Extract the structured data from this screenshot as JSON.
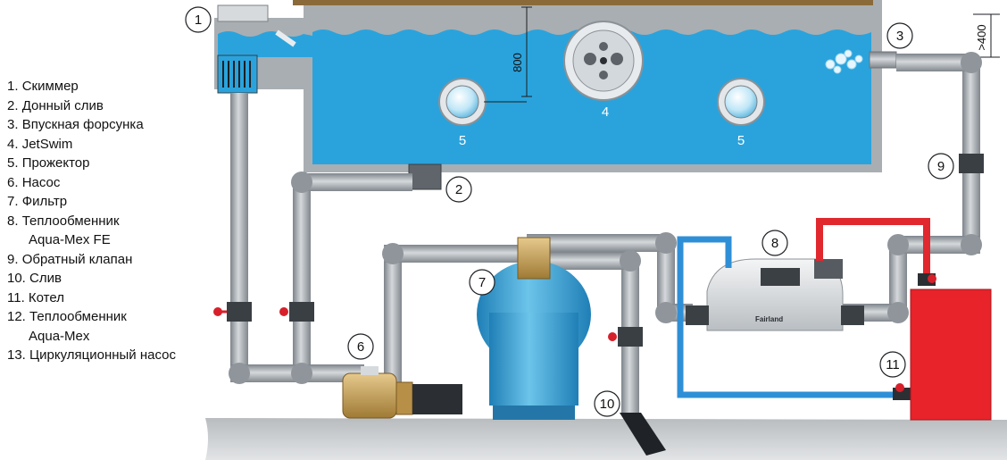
{
  "legend": [
    {
      "num": "1.",
      "text": "Скиммер"
    },
    {
      "num": "2.",
      "text": "Донный слив"
    },
    {
      "num": "3.",
      "text": "Впускная форсунка"
    },
    {
      "num": "4.",
      "text": "JetSwim"
    },
    {
      "num": "5.",
      "text": "Прожектор"
    },
    {
      "num": "6.",
      "text": "Насос"
    },
    {
      "num": "7.",
      "text": "Фильтр"
    },
    {
      "num": "8.",
      "text": "Теплообменник",
      "cont": "Aqua-Mex FE"
    },
    {
      "num": "9.",
      "text": "Обратный клапан"
    },
    {
      "num": "10.",
      "text": "Слив"
    },
    {
      "num": "11.",
      "text": "Котел"
    },
    {
      "num": "12.",
      "text": "Теплообменник",
      "cont": "Aqua-Mex"
    },
    {
      "num": "13.",
      "text": "Циркуляционный насос"
    }
  ],
  "callouts": {
    "c1": "1",
    "c2": "2",
    "c3": "3",
    "c4": "4",
    "c5a": "5",
    "c5b": "5",
    "c6": "6",
    "c7": "7",
    "c8": "8",
    "c9": "9",
    "c10": "10",
    "c11": "11"
  },
  "dimensions": {
    "depth": "800",
    "height": ">400"
  },
  "device_label": "Fairland",
  "colors": {
    "water": "#2aa3dc",
    "pipe_gray": "#9aa0a6",
    "hot_pipe": "#e0282e",
    "cold_pipe": "#2f8fd6",
    "boiler": "#e8232a",
    "pump_body": "#c9a35a",
    "filter_blue": "#3ea7d8"
  }
}
